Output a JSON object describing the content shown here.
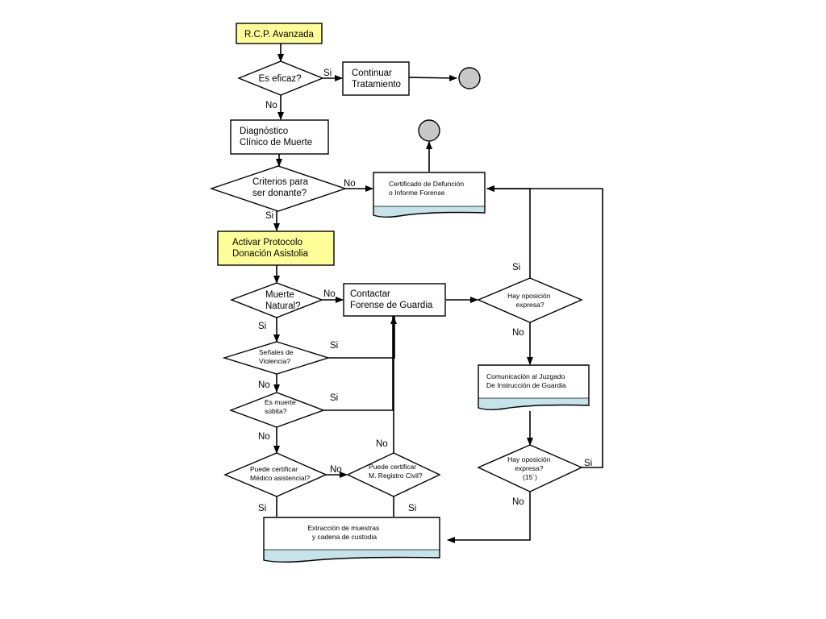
{
  "colors": {
    "highlight": "#ffff99",
    "document_band": "#c5e3e8",
    "terminal": "#c8c8c8",
    "stroke": "#000000"
  },
  "nodes": {
    "rcp": {
      "lines": [
        "R.C.P. Avanzada"
      ]
    },
    "eficaz": {
      "lines": [
        "Es eficaz?"
      ]
    },
    "continuar": {
      "lines": [
        "Continuar",
        "Tratamiento"
      ]
    },
    "diagnostico": {
      "lines": [
        "Diagnóstico",
        "Clínico de Muerte"
      ]
    },
    "criterios": {
      "lines": [
        "Criterios para",
        "ser donante?"
      ]
    },
    "certificado": {
      "lines": [
        "Certificado de Defunción",
        "o Informe Forense"
      ]
    },
    "activar": {
      "lines": [
        "Activar Protocolo",
        "Donación Asistolia"
      ]
    },
    "muerte_natural": {
      "lines": [
        "Muerte",
        "Natural?"
      ]
    },
    "contactar": {
      "lines": [
        "Contactar",
        "Forense de Guardia"
      ]
    },
    "oposicion1": {
      "lines": [
        "Hay oposición",
        "expresa?"
      ]
    },
    "senales": {
      "lines": [
        "Señales de",
        "Violencia?"
      ]
    },
    "subita": {
      "lines": [
        "Es muerte",
        "súbita?"
      ]
    },
    "comunicacion": {
      "lines": [
        "Comunicación al Juzgado",
        "De Instrucción de Guardia"
      ]
    },
    "medico": {
      "lines": [
        "Puede certificar",
        "Médico asistencial?"
      ]
    },
    "registro": {
      "lines": [
        "Puede certificar",
        "M. Registro Civil?"
      ]
    },
    "oposicion2": {
      "lines": [
        "Hay oposición",
        "expresa?",
        "(15´)"
      ]
    },
    "extraccion": {
      "lines": [
        "Extracción de muestras",
        "y cadena de custodia"
      ]
    }
  },
  "edge_labels": {
    "eficaz_si": "Si",
    "eficaz_no": "No",
    "criterios_no": "No",
    "criterios_si": "Si",
    "oposicion1_si": "Si",
    "muerte_no": "No",
    "muerte_si": "Si",
    "oposicion1_no": "No",
    "senales_si": "Si",
    "senales_no": "No",
    "subita_si": "Si",
    "subita_no": "No",
    "registro_no": "No",
    "medico_no": "No",
    "oposicion2_si": "Si",
    "medico_si": "Si",
    "registro_si": "Si",
    "oposicion2_no": "No"
  }
}
